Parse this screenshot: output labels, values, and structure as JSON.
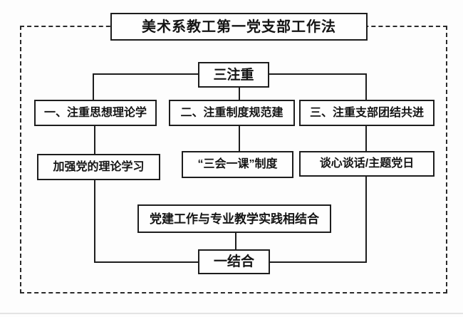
{
  "diagram": {
    "title": "美术系教工第一党支部工作法",
    "top_node": "三注重",
    "columns": [
      {
        "heading": "一、注重思想理论学",
        "detail": "加强党的理论学习"
      },
      {
        "heading": "二、注重制度规范建",
        "detail": "“三会一课”制度"
      },
      {
        "heading": "三、注重支部团结共进",
        "detail": "谈心谈话/主题党日"
      }
    ],
    "integration_node": "党建工作与专业教学实践相结合",
    "bottom_node": "一结合",
    "colors": {
      "background": "#fdfdfd",
      "node_border": "#1d1d1d",
      "connector": "#1d1d1d",
      "frame_dashed": "#2a2a2a",
      "text": "#141414"
    }
  }
}
